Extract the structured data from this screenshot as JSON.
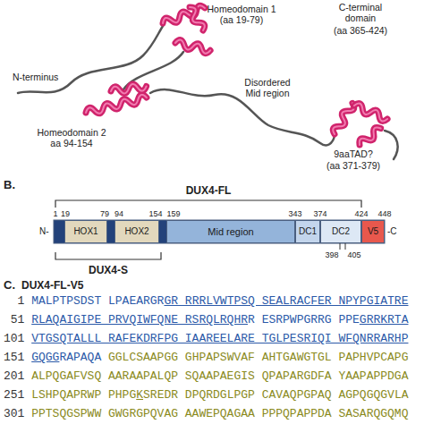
{
  "diagram": {
    "nodes": [
      {
        "text": [
          "HOX1"
        ]
      },
      {
        "text": [
          "HOX2"
        ]
      },
      {
        "text": [
          "Mid region"
        ]
      },
      {
        "text": [
          "DC1"
        ]
      },
      {
        "text": [
          "DC2"
        ]
      },
      {
        "text": [
          "V5"
        ]
      }
    ],
    "labels": [
      "Homeodomain 1 (aa 19-79)",
      "C-terminal domain",
      "(aa 365-424)",
      "N-terminus",
      "Disordered Mid region",
      "Homeodomain 2 aa 94-154",
      "9aaTAD?",
      "(aa 371-379)",
      "B.",
      "DUX4-FL",
      "1",
      "19",
      "79",
      "94",
      "154",
      "159",
      "343",
      "374",
      "424",
      "448",
      "N-",
      "-C",
      "398",
      "405",
      "DUX4-S",
      "C.",
      "DUX4-FL-V5",
      "1",
      "MALPTPSDST LPAEARGR",
      "GR RRRLVWTPSQ SEALRACFER NPYPGIATRE",
      "51",
      "RLAQAIGIPE PRVQIWFQNE RSRQLRQHR",
      "R ESRPWPGRRG PPE",
      "GRRKRTA",
      "101",
      "VTGSQTALLL RAFEKDRFPG IAAREELARE TGLPESRIQI WFQNRRARHP",
      "151",
      "GQGG",
      "RAPAQA",
      "GGLCSAAPGG GHPAPSWVAF AHTGAWGTGL PAPHVPCAPG",
      "201",
      "ALPQGAFVSQ AARAAPALQP SQAAPAEGIS QPAPARGDFA YAAPAPPDGA",
      "251",
      "LSHPQAPRWP PHPG",
      "K",
      "SREDR DPQRDGLPGP CAVAQPGPAQ AGPQGQGVLA",
      "301",
      "PPTSQGSPWW GWGRGPQVAG AAWEPQAGAA PPPQPAPPDA SASARQGQMQ"
    ]
  }
}
